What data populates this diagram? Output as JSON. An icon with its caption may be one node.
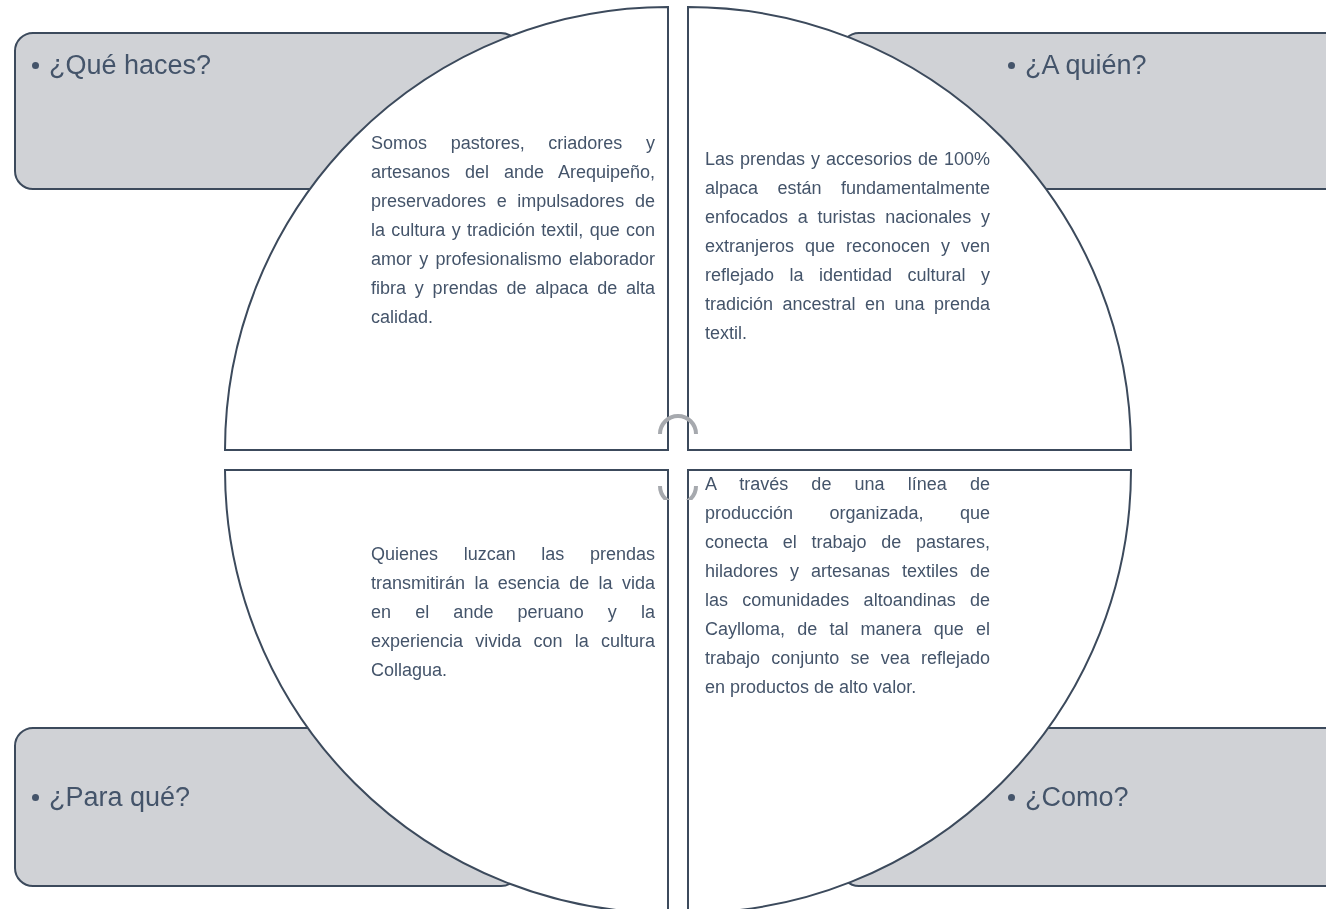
{
  "diagram": {
    "nodes": [
      {
        "text": [
          "¿Qué haces?"
        ]
      },
      {
        "text": [
          "Somos pastores, criadores y artesanos del ande Arequipeño, preservadores e impulsadores de la cultura y tradición textil, que con amor y profesionalismo elaborador fibra y prendas de alpaca de alta calidad."
        ]
      },
      {
        "text": [
          "¿A quién?"
        ]
      },
      {
        "text": [
          "Las prendas y accesorios de 100% alpaca están fundamentalmente enfocados a turistas nacionales y extranjeros que reconocen y ven reflejado la identidad cultural y tradición ancestral en una prenda textil."
        ]
      },
      {
        "text": [
          "¿Para qué?"
        ]
      },
      {
        "text": [
          "Quienes luzcan las prendas transmitirán la esencia de la vida en el ande peruano y la experiencia vivida con la cultura Collagua."
        ]
      },
      {
        "text": [
          "¿Como?"
        ]
      },
      {
        "text": [
          "A través de una línea de producción organizada, que conecta el trabajo de pastares, hiladores y artesanas textiles de las comunidades altoandinas de Caylloma, de tal manera que el trabajo conjunto se vea reflejado en productos de alto valor."
        ]
      }
    ]
  }
}
